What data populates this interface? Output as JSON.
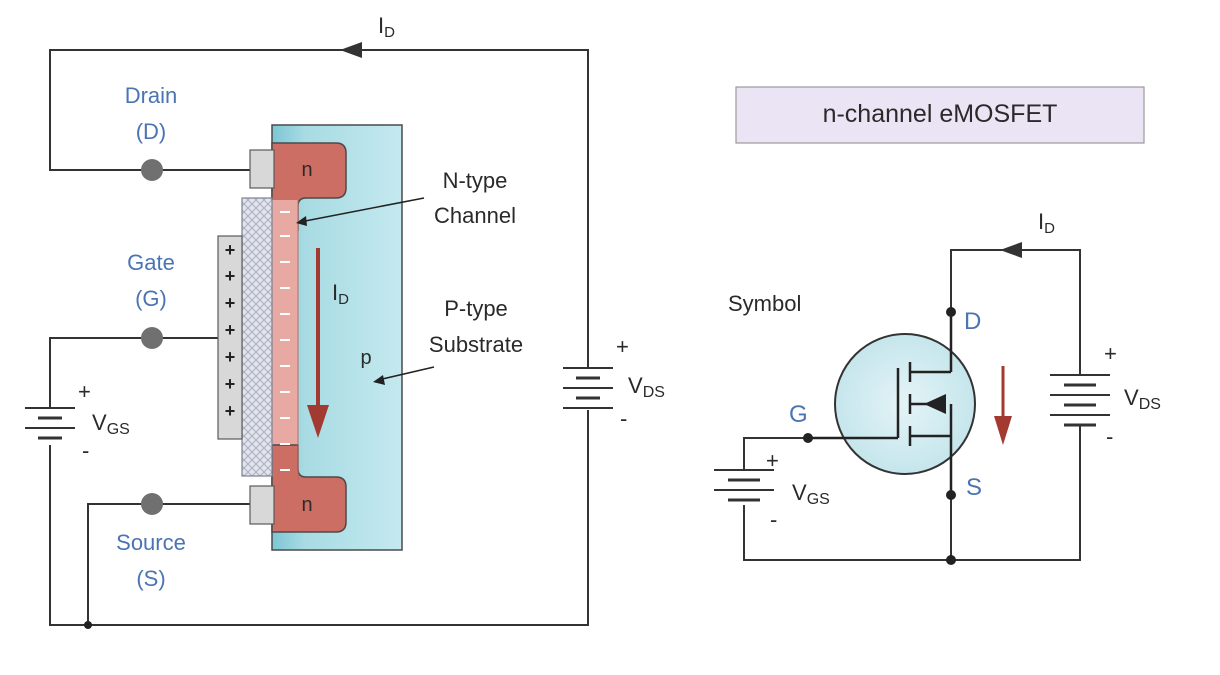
{
  "title": "n-channel eMOSFET",
  "terminals": {
    "drain": {
      "name": "Drain",
      "abbr": "(D)"
    },
    "gate": {
      "name": "Gate",
      "abbr": "(G)"
    },
    "source": {
      "name": "Source",
      "abbr": "(S)"
    }
  },
  "regions": {
    "n_top": "n",
    "n_bottom": "n",
    "p_body": "p"
  },
  "annotations": {
    "channel_line1": "N-type",
    "channel_line2": "Channel",
    "substrate_line1": "P-type",
    "substrate_line2": "Substrate"
  },
  "labels": {
    "current_main": "I",
    "current_sub": "D",
    "vgs_main": "V",
    "vgs_sub": "GS",
    "vds_main": "V",
    "vds_sub": "DS",
    "plus": "+",
    "minus": "-"
  },
  "symbol": {
    "heading": "Symbol",
    "d": "D",
    "g": "G",
    "s": "S"
  },
  "colors": {
    "n_region": "#cc6e64",
    "substrate": "#a8dbe3",
    "oxide": "#dcdfe8",
    "gate": "#d8d8d8",
    "terminal_dot": "#707070",
    "arrow": "#a33a32",
    "label_blue": "#4a74b4",
    "title_box": "#ebe4f5"
  }
}
